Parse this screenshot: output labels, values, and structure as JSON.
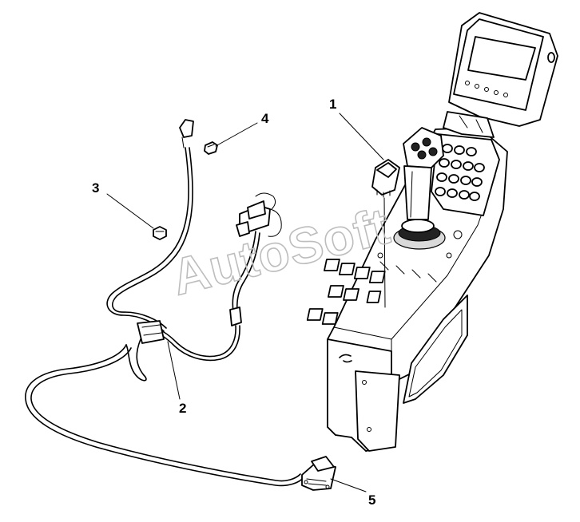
{
  "callouts": [
    {
      "label": "1"
    },
    {
      "label": "2"
    },
    {
      "label": "3"
    },
    {
      "label": "4"
    },
    {
      "label": "5"
    }
  ],
  "watermark": {
    "text": "AutoSoft"
  },
  "colors": {
    "line": "#000000",
    "background": "#ffffff",
    "watermark": "#bdbdbd"
  }
}
